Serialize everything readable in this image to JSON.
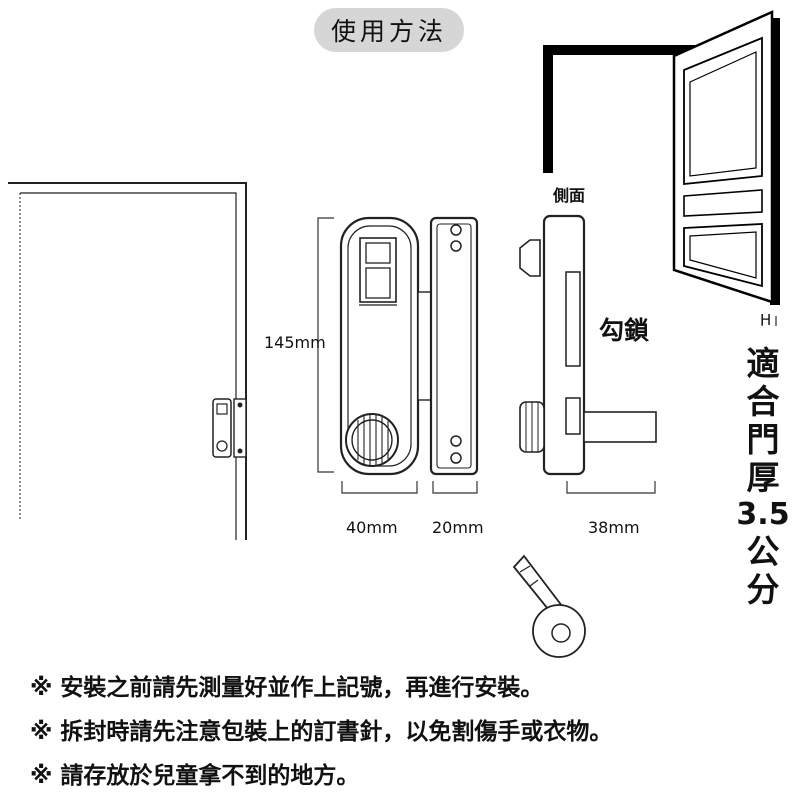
{
  "title": "使用方法",
  "labels": {
    "side_view": "側面",
    "lock_name": "勾鎖",
    "height": "145mm",
    "width_lock": "40mm",
    "width_plate": "20mm",
    "depth": "38mm",
    "thickness_marker": "H"
  },
  "door_thickness": {
    "chars": [
      "適",
      "合",
      "門",
      "厚"
    ],
    "value": "3.5",
    "unit": [
      "公",
      "分"
    ]
  },
  "notes": [
    "※ 安裝之前請先測量好並作上記號，再進行安裝。",
    "※ 拆封時請先注意包裝上的訂書針，以免割傷手或衣物。",
    "※ 請存放於兒童拿不到的地方。"
  ]
}
